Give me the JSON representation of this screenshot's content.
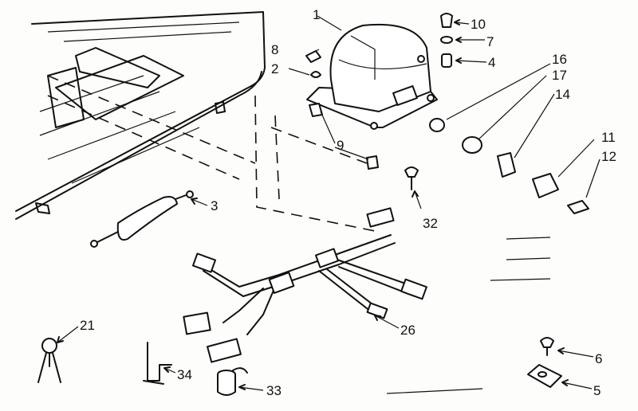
{
  "diagram": {
    "callouts": [
      {
        "id": "1",
        "text": "1"
      },
      {
        "id": "2",
        "text": "2"
      },
      {
        "id": "3",
        "text": "3"
      },
      {
        "id": "4",
        "text": "4"
      },
      {
        "id": "5",
        "text": "5"
      },
      {
        "id": "6",
        "text": "6"
      },
      {
        "id": "7",
        "text": "7"
      },
      {
        "id": "8",
        "text": "8"
      },
      {
        "id": "9",
        "text": "9"
      },
      {
        "id": "10",
        "text": "10"
      },
      {
        "id": "11",
        "text": "11"
      },
      {
        "id": "12",
        "text": "12"
      },
      {
        "id": "14",
        "text": "14"
      },
      {
        "id": "16",
        "text": "16"
      },
      {
        "id": "17",
        "text": "17"
      },
      {
        "id": "21",
        "text": "21"
      },
      {
        "id": "26",
        "text": "26"
      },
      {
        "id": "32",
        "text": "32"
      },
      {
        "id": "33",
        "text": "33"
      },
      {
        "id": "34",
        "text": "34"
      }
    ]
  }
}
